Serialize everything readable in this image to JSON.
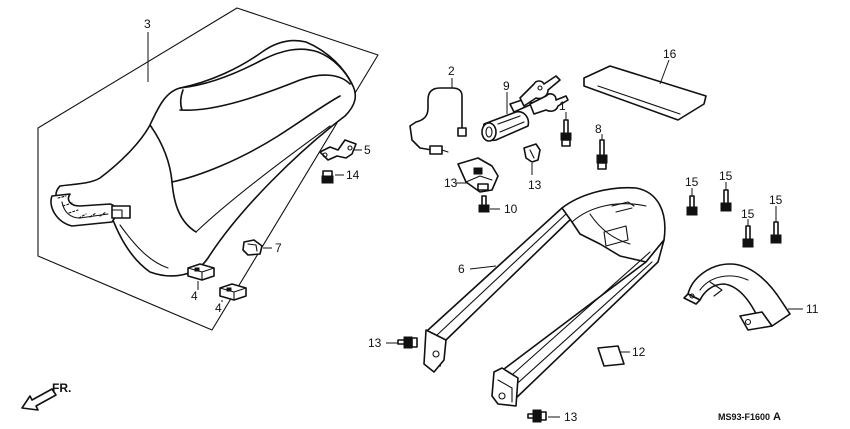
{
  "diagram": {
    "drawing_code": "MS93-F1600",
    "drawing_revision": "A",
    "direction_label": "FR.",
    "callouts": [
      {
        "id": "c3",
        "label": "3"
      },
      {
        "id": "c5",
        "label": "5"
      },
      {
        "id": "c14",
        "label": "14"
      },
      {
        "id": "c7",
        "label": "7"
      },
      {
        "id": "c4a",
        "label": "4"
      },
      {
        "id": "c4b",
        "label": "4"
      },
      {
        "id": "c2",
        "label": "2"
      },
      {
        "id": "c9",
        "label": "9"
      },
      {
        "id": "c13a",
        "label": "13"
      },
      {
        "id": "c13b",
        "label": "13"
      },
      {
        "id": "c10",
        "label": "10"
      },
      {
        "id": "c1",
        "label": "1"
      },
      {
        "id": "c8",
        "label": "8"
      },
      {
        "id": "c16",
        "label": "16"
      },
      {
        "id": "c15a",
        "label": "15"
      },
      {
        "id": "c15b",
        "label": "15"
      },
      {
        "id": "c15c",
        "label": "15"
      },
      {
        "id": "c15d",
        "label": "15"
      },
      {
        "id": "c6",
        "label": "6"
      },
      {
        "id": "c11",
        "label": "11"
      },
      {
        "id": "c12",
        "label": "12"
      },
      {
        "id": "c13c",
        "label": "13"
      },
      {
        "id": "c13d",
        "label": "13"
      }
    ]
  }
}
